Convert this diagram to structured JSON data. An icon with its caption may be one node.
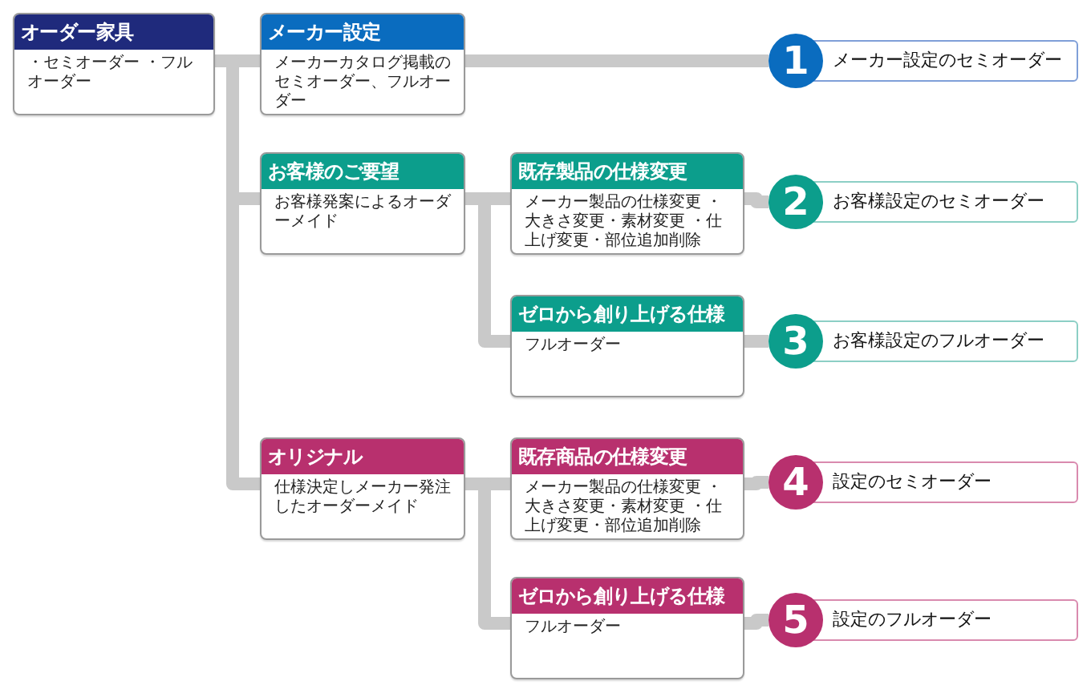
{
  "diagram": {
    "nodes": [
      {
        "text": [
          "オーダー家具",
          "・セミオーダー ・フルオーダー"
        ]
      },
      {
        "text": [
          "メーカー設定",
          "メーカーカタログ掲載のセミオーダー、フルオーダー"
        ]
      },
      {
        "text": [
          "お客様のご要望",
          "お客様発案によるオーダーメイド"
        ]
      },
      {
        "text": [
          "既存製品の仕様変更",
          "メーカー製品の仕様変更 ・大きさ変更・素材変更 ・仕上げ変更・部位追加削除"
        ]
      },
      {
        "text": [
          "ゼロから創り上げる仕様",
          "フルオーダー"
        ]
      },
      {
        "text": [
          "オリジナル",
          "仕様決定しメーカー発注したオーダーメイド"
        ]
      },
      {
        "text": [
          "既存商品の仕様変更",
          "メーカー製品の仕様変更 ・大きさ変更・素材変更 ・仕上げ変更・部位追加削除"
        ]
      },
      {
        "text": [
          "ゼロから創り上げる仕様",
          "フルオーダー"
        ]
      },
      {
        "text": [
          "1",
          "メーカー設定のセミオーダー"
        ]
      },
      {
        "text": [
          "2",
          "お客様設定のセミオーダー"
        ]
      },
      {
        "text": [
          "3",
          "お客様設定のフルオーダー"
        ]
      },
      {
        "text": [
          "4",
          "設定のセミオーダー"
        ]
      },
      {
        "text": [
          "5",
          "設定のフルオーダー"
        ]
      }
    ],
    "edges": [
      {
        "from": 0,
        "to": 1,
        "arrow": "none"
      },
      {
        "from": 0,
        "to": 2,
        "arrow": "none"
      },
      {
        "from": 0,
        "to": 5,
        "arrow": "none"
      },
      {
        "from": 1,
        "to": 8,
        "arrow": "none"
      },
      {
        "from": 2,
        "to": 3,
        "arrow": "none"
      },
      {
        "from": 2,
        "to": 4,
        "arrow": "none"
      },
      {
        "from": 3,
        "to": 9,
        "arrow": "none"
      },
      {
        "from": 4,
        "to": 10,
        "arrow": "none"
      },
      {
        "from": 5,
        "to": 6,
        "arrow": "none"
      },
      {
        "from": 5,
        "to": 7,
        "arrow": "none"
      },
      {
        "from": 6,
        "to": 11,
        "arrow": "none"
      },
      {
        "from": 7,
        "to": 12,
        "arrow": "none"
      }
    ]
  }
}
